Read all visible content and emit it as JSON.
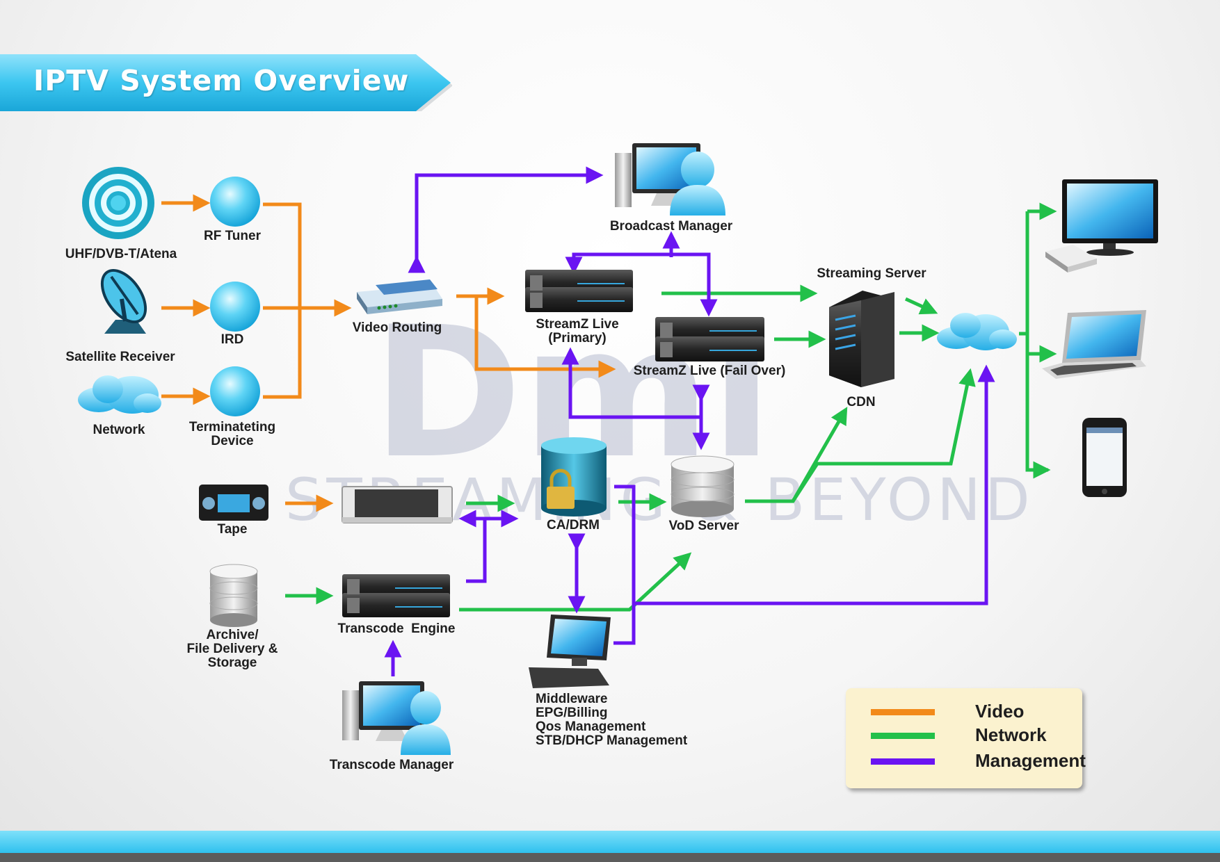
{
  "title": "IPTV System Overview",
  "watermark": {
    "letters": "Dmi",
    "text": "STREAMING & BEYOND"
  },
  "labels": {
    "uhf": "UHF/DVB-T/Atena",
    "rf_tuner": "RF Tuner",
    "satellite": "Satellite Receiver",
    "ird": "IRD",
    "network": "Network",
    "terminating_1": "Terminateting",
    "terminating_2": "Device",
    "video_routing": "Video Routing",
    "broadcast_manager": "Broadcast Manager",
    "streamz_primary_1": "StreamZ Live",
    "streamz_primary_2": "(Primary)",
    "streamz_failover": "StreamZ Live (Fail Over)",
    "streaming_server": "Streaming Server",
    "cdn": "CDN",
    "tape": "Tape",
    "ca_drm": "CA/DRM",
    "vod_server": "VoD Server",
    "archive_1": "Archive/",
    "archive_2": "File Delivery &",
    "archive_3": "Storage",
    "transcode_engine": "Transcode  Engine",
    "transcode_manager": "Transcode Manager",
    "middleware": [
      "Middleware",
      "EPG/Billing",
      "Qos Management",
      "STB/DHCP Management"
    ]
  },
  "legend": [
    {
      "label": "Video",
      "color": "#f28a1a"
    },
    {
      "label": "Network",
      "color": "#22c04a"
    },
    {
      "label": "Management",
      "color": "#6a14f2"
    }
  ],
  "colors": {
    "video": "#f28a1a",
    "network": "#22c04a",
    "management": "#6a14f2",
    "banner": "#3cc6f0"
  },
  "icons": [
    "uhf-antenna-icon",
    "rf-tuner-orb-icon",
    "satellite-dish-icon",
    "ird-orb-icon",
    "network-cloud-icon",
    "terminating-device-orb-icon",
    "video-router-icon",
    "broadcast-manager-icon",
    "streamz-primary-server-icon",
    "streamz-failover-server-icon",
    "streaming-server-tower-icon",
    "cdn-cloud-icon",
    "tv-monitor-icon",
    "set-top-box-icon",
    "laptop-icon",
    "smartphone-icon",
    "tape-deck-icon",
    "ingest-server-icon",
    "ca-drm-database-icon",
    "vod-server-database-icon",
    "archive-storage-icon",
    "transcode-engine-server-icon",
    "transcode-manager-icon",
    "middleware-computer-icon"
  ]
}
